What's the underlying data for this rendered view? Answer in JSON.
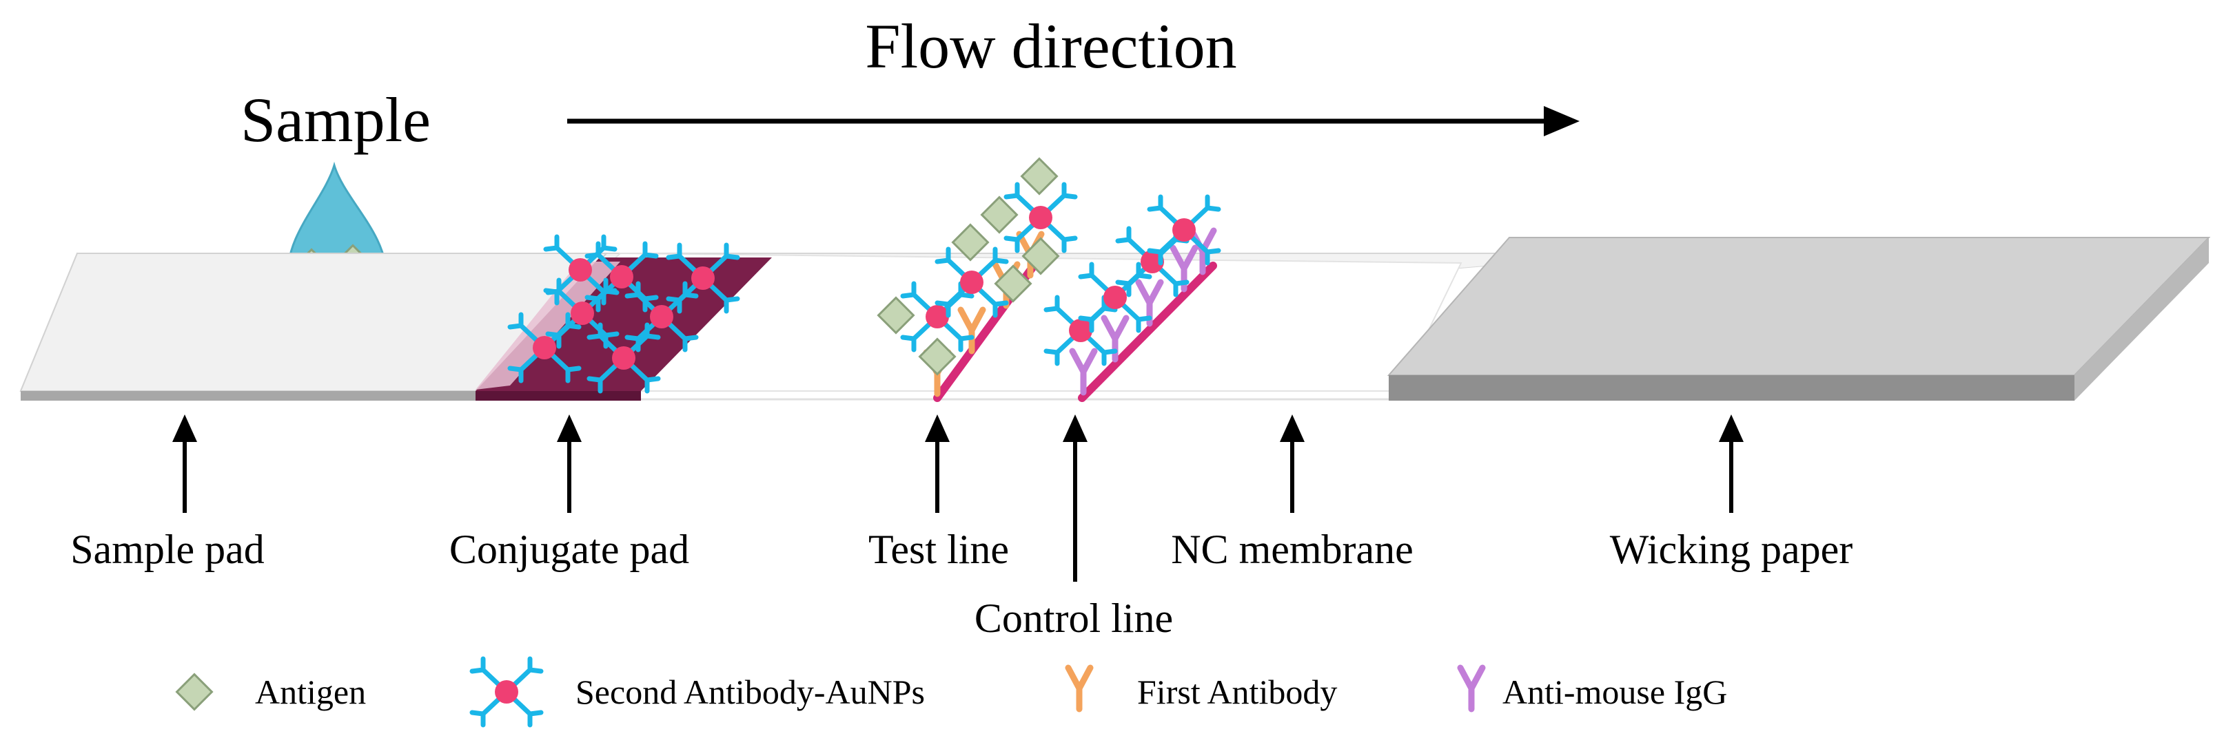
{
  "title": "Flow direction",
  "sample_label": "Sample",
  "components": {
    "sample_pad": "Sample pad",
    "conjugate_pad": "Conjugate pad",
    "test_line": "Test line",
    "control_line": "Control line",
    "nc_membrane": "NC membrane",
    "wicking_paper": "Wicking paper"
  },
  "legend": {
    "antigen": "Antigen",
    "second_antibody": "Second Antibody-AuNPs",
    "first_antibody": "First Antibody",
    "anti_mouse": "Anti-mouse IgG"
  },
  "colors": {
    "antigen": "#c5d6b4",
    "antibody_arms": "#1ab6e8",
    "aunp": "#ef3f73",
    "first_antibody": "#f4a35c",
    "anti_mouse": "#c27ed8",
    "line_strip": "#d62a78",
    "conjugate_pad": "#7a1f4a",
    "wicking_paper": "#8f8f8f",
    "droplet": "#5fc0d8"
  }
}
